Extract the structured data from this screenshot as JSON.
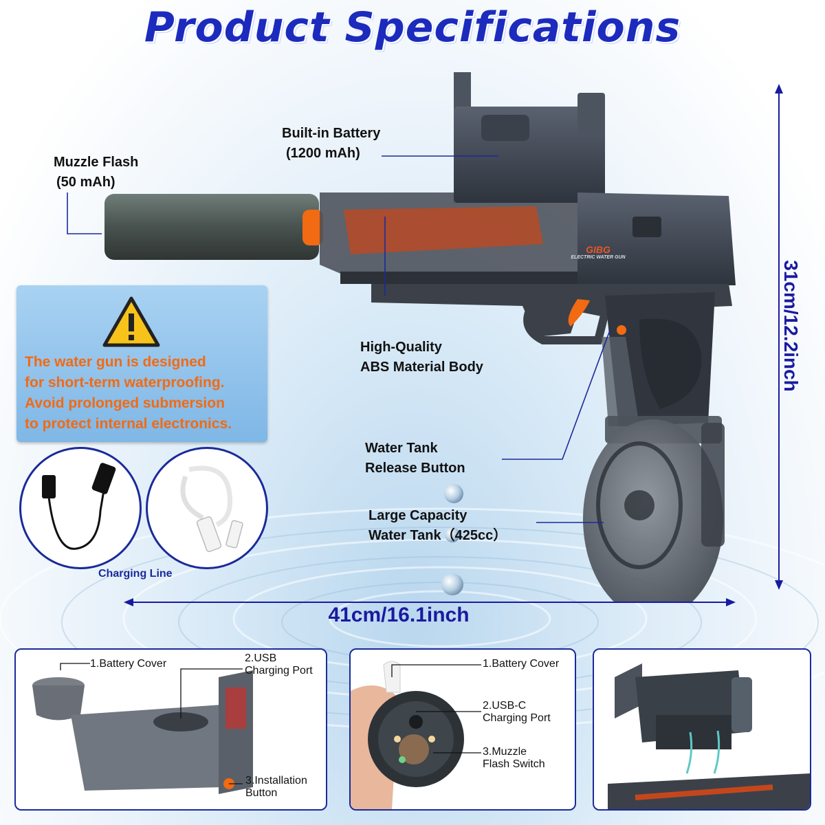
{
  "page": {
    "title": "Product Specifications"
  },
  "callouts": {
    "battery_line1": "Built-in Battery",
    "battery_line2": "(1200 mAh)",
    "muzzle_line1": "Muzzle Flash",
    "muzzle_line2": "(50 mAh)",
    "body_line1": "High-Quality",
    "body_line2": "ABS Material Body",
    "release_line1": "Water Tank",
    "release_line2": "Release Button",
    "tank_line1": "Large Capacity",
    "tank_line2": "Water Tank（425cc）"
  },
  "gun_marking": {
    "logo": "GIBG",
    "text": "ELECTRIC WATER GUN"
  },
  "dimensions": {
    "height": "31cm/12.2inch",
    "length": "41cm/16.1inch"
  },
  "warning": {
    "lines": [
      "The water gun is designed",
      "for short-term waterproofing.",
      "Avoid prolonged submersion",
      "to protect internal electronics."
    ]
  },
  "accessories": {
    "charging_label": "Charging Line"
  },
  "panels": {
    "left": {
      "item1": "1.Battery Cover",
      "item2_line1": "2.USB",
      "item2_line2": "Charging Port",
      "item3_line1": "3.Installation",
      "item3_line2": "Button"
    },
    "middle": {
      "item1": "1.Battery Cover",
      "item2_line1": "2.USB-C",
      "item2_line2": "Charging Port",
      "item3_line1": "3.Muzzle",
      "item3_line2": "Flash Switch"
    }
  },
  "colors": {
    "title": "#1c2bbd",
    "accent_orange": "#f26a12",
    "line_blue": "#1a2a9a",
    "gun_gray": "#3d4450"
  }
}
